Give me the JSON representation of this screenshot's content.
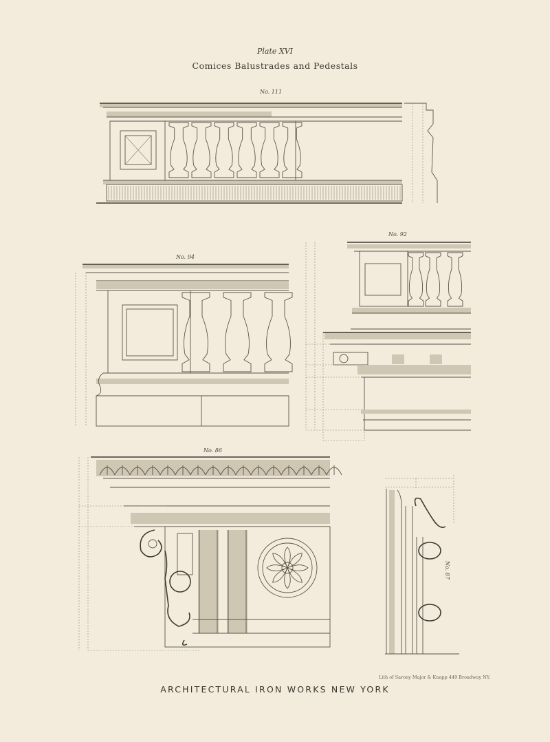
{
  "plate": {
    "number": "Plate XVI",
    "title": "Comices Balustrades and Pedestals"
  },
  "drawings": [
    {
      "label": "No. 111"
    },
    {
      "label": "No. 94"
    },
    {
      "label": "No. 92"
    },
    {
      "label": "No. 86"
    },
    {
      "label": "No. 87"
    }
  ],
  "credit": "Lith of Sarony Major & Knapp 449 Broadway NY.",
  "footer": "ARCHITECTURAL IRON WORKS NEW YORK",
  "colors": {
    "paper": "#f3ecdc",
    "ink": "#5a5248"
  }
}
